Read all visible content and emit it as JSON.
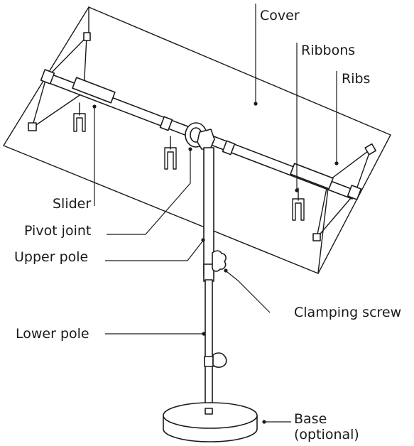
{
  "labels": {
    "cover": "Cover",
    "ribbons": "Ribbons",
    "ribs": "Ribs",
    "slider": "Slider",
    "pivot_joint": "Pivot joint",
    "upper_pole": "Upper pole",
    "clamping_screw": "Clamping screw",
    "lower_pole": "Lower pole",
    "base_line1": "Base",
    "base_line2": "(optional)"
  }
}
